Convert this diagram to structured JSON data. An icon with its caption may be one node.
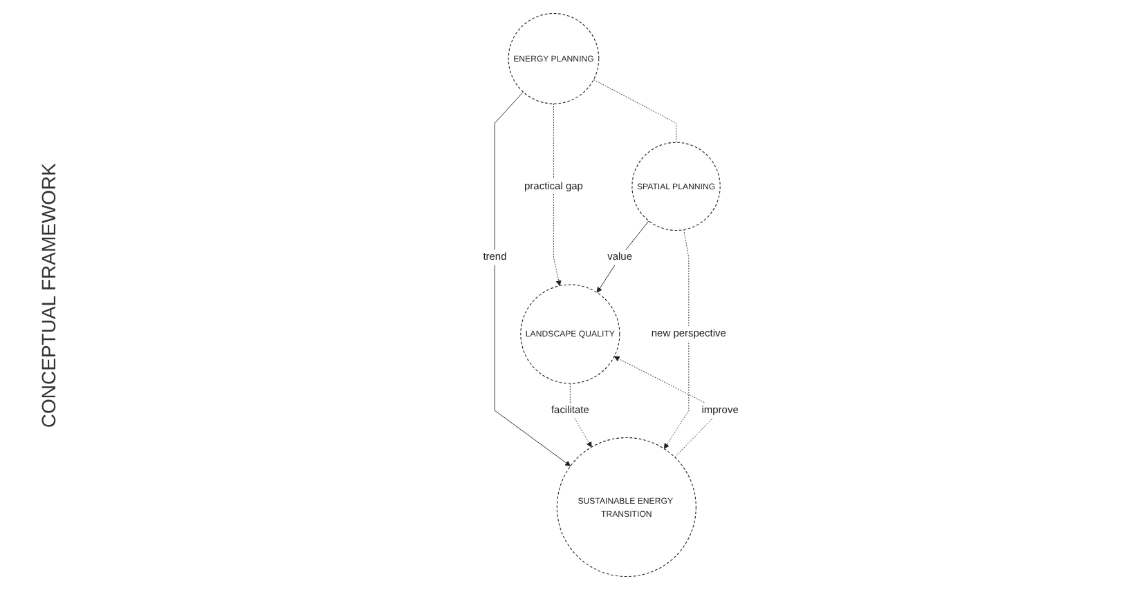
{
  "diagram": {
    "nodes": [
      {
        "text": [
          "ENERGY PLANNING"
        ]
      },
      {
        "text": [
          "LANDSCAPE QUALITY"
        ]
      },
      {
        "text": [
          "SUSTAINABLE ENERGY TRANSITION"
        ]
      },
      {
        "text": [
          "SPATIAL PLANNING"
        ]
      }
    ],
    "edges": [
      {
        "from": 0,
        "to": 1,
        "arrow": "to",
        "label": "practical gap",
        "style": "dashed"
      },
      {
        "from": 0,
        "to": 2,
        "arrow": "to",
        "label": "trend"
      },
      {
        "from": 0,
        "to": 3,
        "arrow": "none",
        "style": "dashed"
      },
      {
        "from": 2,
        "to": 1,
        "arrow": "to",
        "label": "improve",
        "style": "dashed"
      },
      {
        "from": 1,
        "to": 2,
        "arrow": "to",
        "label": "facilitate",
        "style": "dashed"
      },
      {
        "from": 3,
        "to": 1,
        "arrow": "to",
        "label": "value"
      },
      {
        "from": 3,
        "to": 2,
        "arrow": "to",
        "label": "new perspective",
        "style": "dashed"
      }
    ],
    "labels": [
      "CONCEPTUAL FRAMEWORK"
    ]
  }
}
